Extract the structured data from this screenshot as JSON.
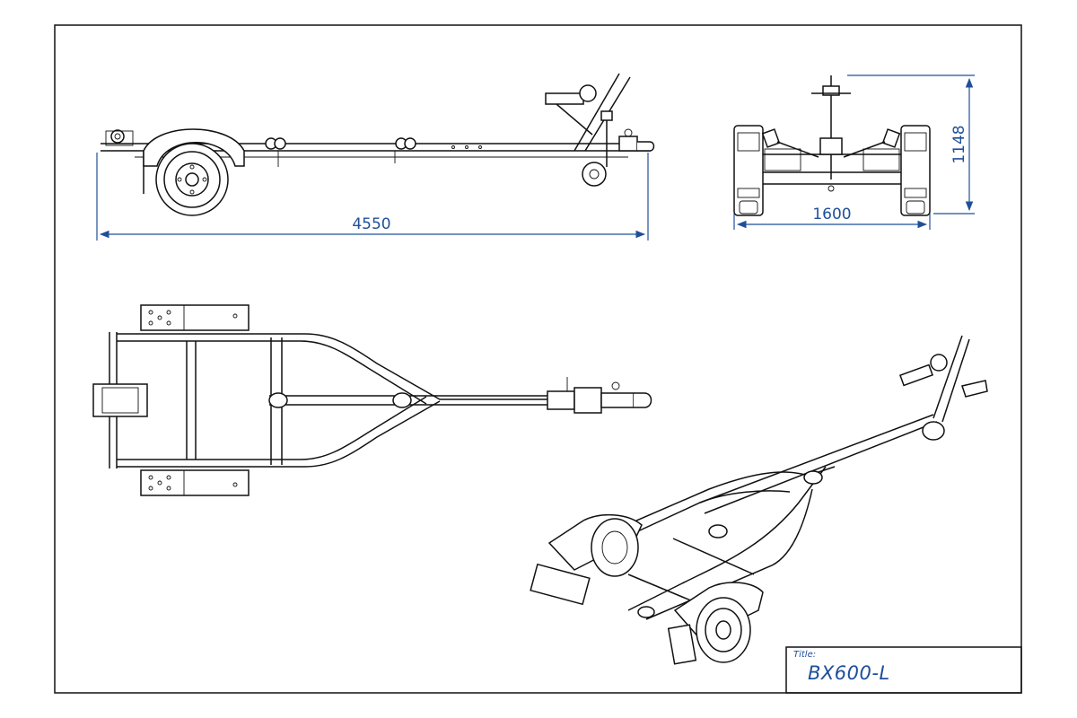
{
  "drawing": {
    "dimensions": {
      "length": "4550",
      "width": "1600",
      "height": "1148"
    },
    "title_block": {
      "label": "Title:",
      "value": "BX600-L"
    },
    "colors": {
      "line": "#111111",
      "dimension": "#1f4f9a",
      "background": "#ffffff"
    }
  }
}
